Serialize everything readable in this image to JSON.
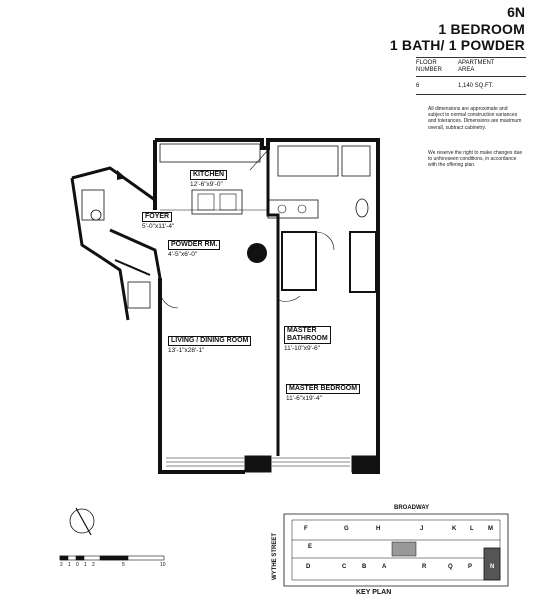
{
  "header": {
    "unit": "6N",
    "line1": "1 BEDROOM",
    "line2": "1 BATH/ 1 POWDER"
  },
  "info": {
    "floor_label_1": "FLOOR",
    "floor_label_2": "NUMBER",
    "area_label_1": "APARTMENT",
    "area_label_2": "AREA",
    "floor_value": "6",
    "area_value": "1,140 SQ.FT."
  },
  "notes": {
    "note1": "All dimensions are approximate and subject to normal construction variances and tolerances. Dimensions are maximum overall, subtract cabinetry.",
    "note2": "We reserve the right to make changes due to unforeseen conditions, in accordance with the offering plan."
  },
  "rooms": [
    {
      "name": "KITCHEN",
      "dims": "12'-6\"x9'-0\""
    },
    {
      "name": "FOYER",
      "dims": "5'-0\"x11'-4\""
    },
    {
      "name": "POWDER RM.",
      "dims": "4'-5\"x6'-0\""
    },
    {
      "name": "LIVING / DINING ROOM",
      "dims": "13'-1\"x28'-1\""
    },
    {
      "name": "MASTER BATHROOM",
      "name_line1": "MASTER",
      "name_line2": "BATHROOM",
      "dims": "11'-10\"x9'-6\""
    },
    {
      "name": "MASTER BEDROOM",
      "dims": "11'-6\"x19'-4\""
    }
  ],
  "scale": {
    "ticks": [
      "2",
      "1",
      "0",
      "1",
      "2",
      "5",
      "10"
    ]
  },
  "key_plan": {
    "title": "KEY PLAN",
    "street_top": "BROADWAY",
    "street_side": "WYTHE STREET",
    "units_top": [
      "F",
      "G",
      "H",
      "J",
      "K",
      "L",
      "M"
    ],
    "units_bottom": [
      "D",
      "C",
      "B",
      "A",
      "R",
      "Q",
      "P",
      "N"
    ],
    "unit_mid": "E",
    "highlighted": "N"
  },
  "colors": {
    "ink": "#111111",
    "wall": "#1a1a1a",
    "highlight": "#555555"
  }
}
